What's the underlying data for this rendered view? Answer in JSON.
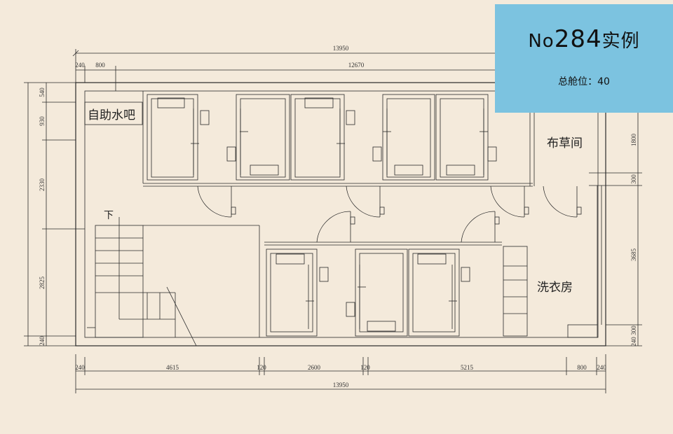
{
  "badge": {
    "prefix": "No",
    "number": "284",
    "suffix": "实例",
    "capacity_label": "总舱位：40"
  },
  "rooms": {
    "water_bar": "自助水吧",
    "linen_room": "布草间",
    "laundry_room": "洗衣房",
    "stair_down": "下"
  },
  "dimensions": {
    "top_overall": "13950",
    "top_a": "240",
    "top_b": "800",
    "top_c": "12670",
    "left_a": "540",
    "left_b": "930",
    "left_c": "2330",
    "left_d": "2825",
    "left_e": "240",
    "right_a": "1800",
    "right_b": "300",
    "right_c": "3685",
    "right_d": "240",
    "right_e": "300",
    "bottom_a": "240",
    "bottom_b": "4615",
    "bottom_c": "120",
    "bottom_d": "2600",
    "bottom_e": "120",
    "bottom_f": "5215",
    "bottom_g": "800",
    "bottom_h": "240",
    "bottom_overall": "13950"
  },
  "colors": {
    "background": "#f4eadb",
    "badge": "#7cc3e0",
    "line": "#2a2a2a"
  }
}
